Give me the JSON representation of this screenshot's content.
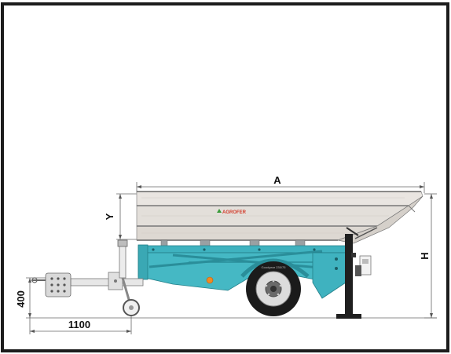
{
  "labels": {
    "dim_a": "A",
    "dim_y": "Y",
    "dim_h": "H",
    "dim_400": "400",
    "dim_1100": "1100",
    "brand": "AGROFER",
    "tire_marking": "Goodyear 235/75"
  },
  "colors": {
    "frame_border": "#1c1c1c",
    "chassis": "#3fb2bf",
    "chassis_dark": "#2a8e9a",
    "body_panel": "#e7e3df",
    "body_panel_dark": "#cfcac4",
    "tire": "#1b1b1b",
    "rim": "#dcdcdc",
    "reflector": "#f08a24",
    "dimension_line": "#555555"
  }
}
